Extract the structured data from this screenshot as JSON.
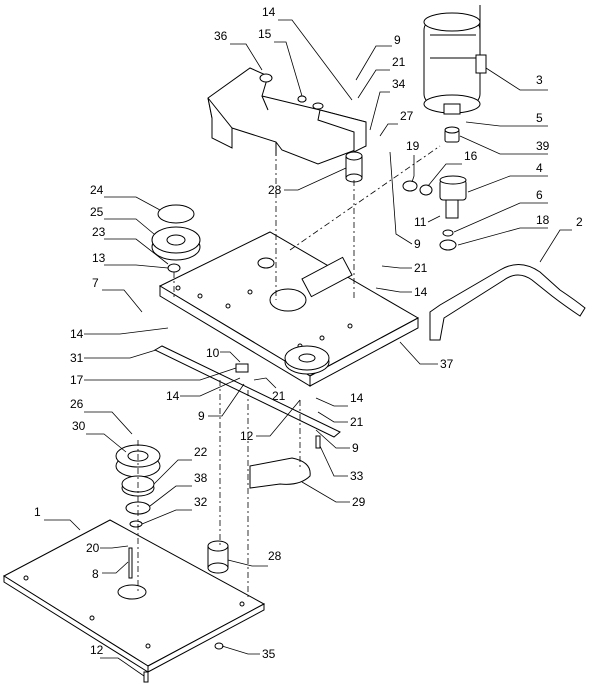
{
  "callouts": [
    {
      "id": "c1",
      "label": "1"
    },
    {
      "id": "c2",
      "label": "2"
    },
    {
      "id": "c3",
      "label": "3"
    },
    {
      "id": "c4",
      "label": "4"
    },
    {
      "id": "c5",
      "label": "5"
    },
    {
      "id": "c6",
      "label": "6"
    },
    {
      "id": "c7",
      "label": "7"
    },
    {
      "id": "c8",
      "label": "8"
    },
    {
      "id": "c9a",
      "label": "9"
    },
    {
      "id": "c9b",
      "label": "9"
    },
    {
      "id": "c9c",
      "label": "9"
    },
    {
      "id": "c9d",
      "label": "9"
    },
    {
      "id": "c10",
      "label": "10"
    },
    {
      "id": "c11",
      "label": "11"
    },
    {
      "id": "c12a",
      "label": "12"
    },
    {
      "id": "c12b",
      "label": "12"
    },
    {
      "id": "c13",
      "label": "13"
    },
    {
      "id": "c14a",
      "label": "14"
    },
    {
      "id": "c14b",
      "label": "14"
    },
    {
      "id": "c14c",
      "label": "14"
    },
    {
      "id": "c14d",
      "label": "14"
    },
    {
      "id": "c14e",
      "label": "14"
    },
    {
      "id": "c15",
      "label": "15"
    },
    {
      "id": "c16",
      "label": "16"
    },
    {
      "id": "c17",
      "label": "17"
    },
    {
      "id": "c18",
      "label": "18"
    },
    {
      "id": "c19",
      "label": "19"
    },
    {
      "id": "c20",
      "label": "20"
    },
    {
      "id": "c21a",
      "label": "21"
    },
    {
      "id": "c21b",
      "label": "21"
    },
    {
      "id": "c21c",
      "label": "21"
    },
    {
      "id": "c21d",
      "label": "21"
    },
    {
      "id": "c22",
      "label": "22"
    },
    {
      "id": "c23",
      "label": "23"
    },
    {
      "id": "c24",
      "label": "24"
    },
    {
      "id": "c25",
      "label": "25"
    },
    {
      "id": "c26",
      "label": "26"
    },
    {
      "id": "c27",
      "label": "27"
    },
    {
      "id": "c28a",
      "label": "28"
    },
    {
      "id": "c28b",
      "label": "28"
    },
    {
      "id": "c29",
      "label": "29"
    },
    {
      "id": "c30",
      "label": "30"
    },
    {
      "id": "c31",
      "label": "31"
    },
    {
      "id": "c32",
      "label": "32"
    },
    {
      "id": "c33",
      "label": "33"
    },
    {
      "id": "c34",
      "label": "34"
    },
    {
      "id": "c35",
      "label": "35"
    },
    {
      "id": "c36",
      "label": "36"
    },
    {
      "id": "c37",
      "label": "37"
    },
    {
      "id": "c38",
      "label": "38"
    },
    {
      "id": "c39",
      "label": "39"
    }
  ]
}
